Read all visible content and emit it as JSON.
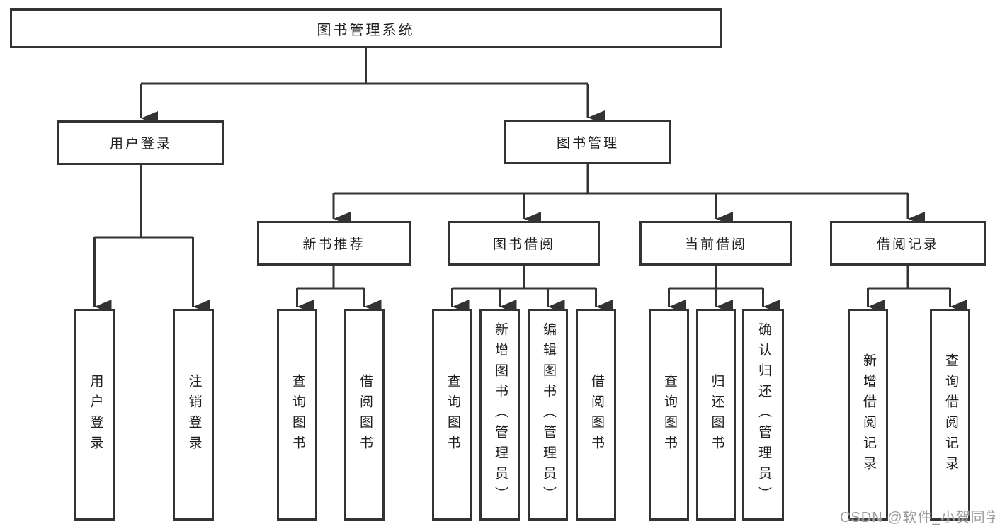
{
  "diagram_title": "图书管理系统",
  "tree": {
    "label": "图书管理系统",
    "children": [
      {
        "label": "用户登录",
        "children": [
          {
            "label": "用户登录"
          },
          {
            "label": "注销登录"
          }
        ]
      },
      {
        "label": "图书管理",
        "children": [
          {
            "label": "新书推荐",
            "children": [
              {
                "label": "查询图书"
              },
              {
                "label": "借阅图书"
              }
            ]
          },
          {
            "label": "图书借阅",
            "children": [
              {
                "label": "查询图书"
              },
              {
                "label": "新增图书（管理员）"
              },
              {
                "label": "编辑图书（管理员）"
              },
              {
                "label": "借阅图书"
              }
            ]
          },
          {
            "label": "当前借阅",
            "children": [
              {
                "label": "查询图书"
              },
              {
                "label": "归还图书"
              },
              {
                "label": "确认归还（管理员）"
              }
            ]
          },
          {
            "label": "借阅记录",
            "children": [
              {
                "label": "新增借阅记录"
              },
              {
                "label": "查询借阅记录"
              }
            ]
          }
        ]
      }
    ]
  },
  "watermark": {
    "text": "CSDN @软件_小贺同学",
    "color": "#9c9c9c"
  },
  "colors": {
    "background": "#ffffff",
    "line": "#333333",
    "box_border": "#333333",
    "text": "#1f1f1f"
  }
}
